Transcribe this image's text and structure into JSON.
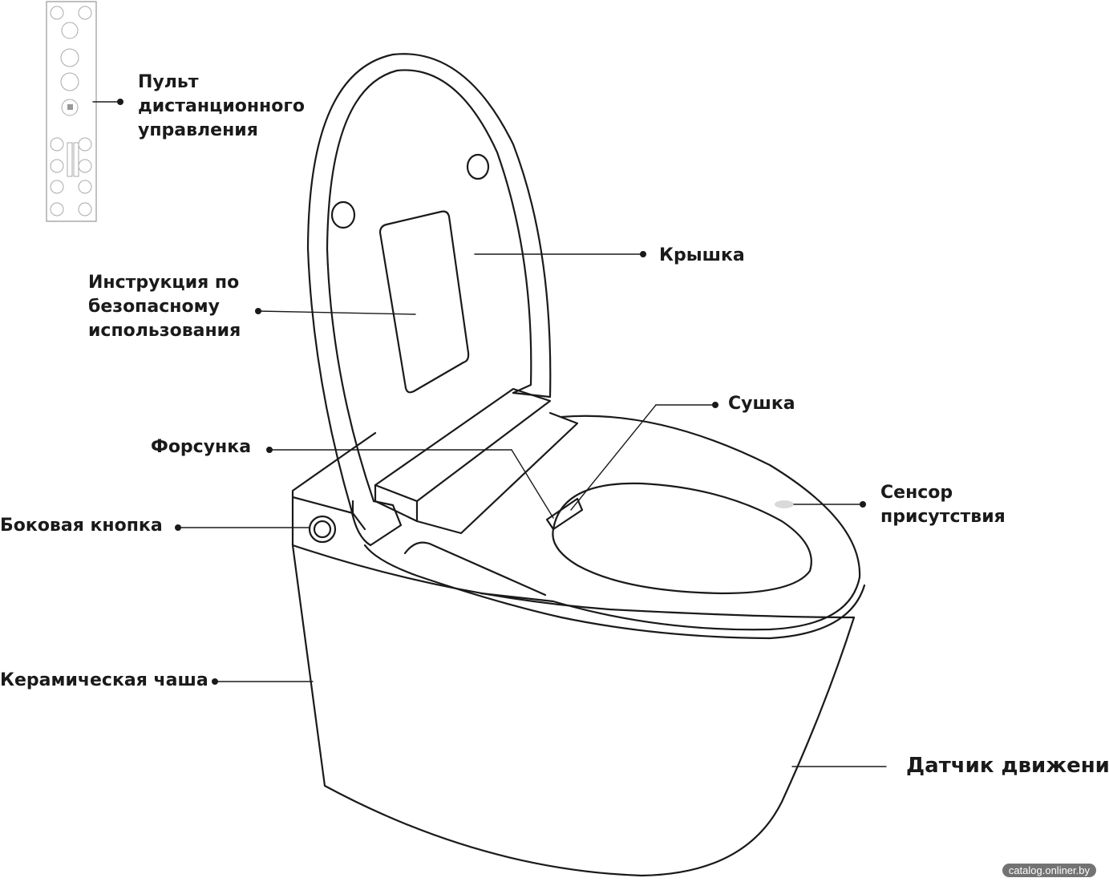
{
  "labels": {
    "remote": [
      "Пульт",
      "дистанционного",
      "управления"
    ],
    "lid": "Крышка",
    "instructions": [
      "Инструкция по",
      "безопасному",
      "использования"
    ],
    "dryer": "Сушка",
    "nozzle": "Форсунка",
    "presence_sensor": [
      "Сенсор",
      "присутствия"
    ],
    "side_button": "Боковая кнопка",
    "ceramic_bowl": "Керамическая чаша",
    "motion_sensor": "Датчик движения"
  },
  "watermark": "catalog.onliner.by",
  "colors": {
    "line": "#1a1a1a",
    "sensor": "#d9d9d9",
    "panel_border": "#999999"
  }
}
